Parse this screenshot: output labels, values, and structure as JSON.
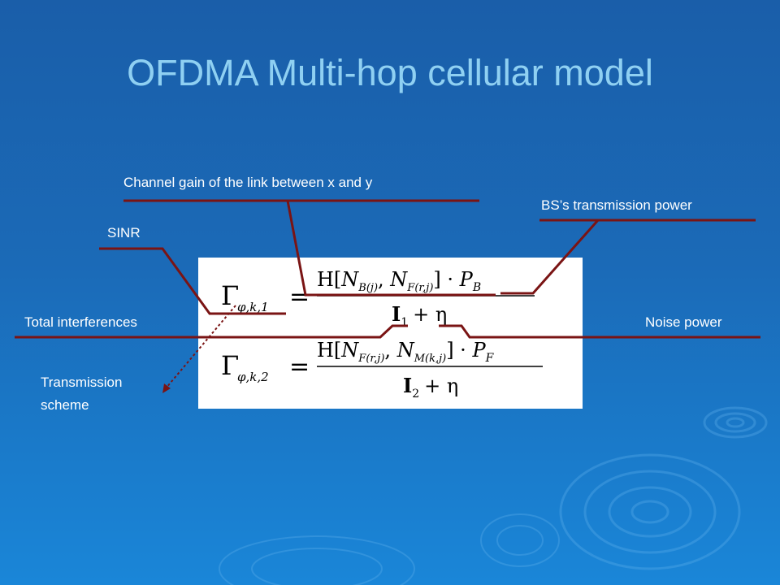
{
  "slide": {
    "title": "OFDMA Multi-hop cellular model"
  },
  "labels": {
    "channel_gain": "Channel gain of the link between x and y",
    "bs_power": "BS’s transmission power",
    "sinr": "SINR",
    "total_interferences": "Total  interferences",
    "noise_power": "Noise power",
    "transmission_scheme_line1": "Transmission",
    "transmission_scheme_line2": "scheme"
  },
  "formulas": {
    "eq1": {
      "lhs_symbol": "Γ",
      "lhs_subscript": "φ,k,1",
      "equals": "=",
      "numerator_h": "H[",
      "numerator_n1": "N",
      "numerator_n1_sub": "B(j)",
      "numerator_comma": ", ",
      "numerator_n2": "N",
      "numerator_n2_sub": "F(r,j)",
      "numerator_close": "] · ",
      "numerator_p": "P",
      "numerator_p_sub": "B",
      "denominator_i": "I",
      "denominator_i_sub": "1",
      "denominator_rest": "+ η"
    },
    "eq2": {
      "lhs_symbol": "Γ",
      "lhs_subscript": "φ,k,2",
      "equals": "=",
      "numerator_h": "H[",
      "numerator_n1": "N",
      "numerator_n1_sub": "F(r,j)",
      "numerator_comma": ", ",
      "numerator_n2": "N",
      "numerator_n2_sub": "M(k,j)",
      "numerator_close": "] · ",
      "numerator_p": "P",
      "numerator_p_sub": "F",
      "denominator_i": "I",
      "denominator_i_sub": "2",
      "denominator_rest": "+ η"
    }
  },
  "colors": {
    "background_top": "#1a5ea9",
    "background_bottom": "#1a86d8",
    "title": "#8fd0f2",
    "callout_line": "#7a1414",
    "label_text": "#ffffff"
  }
}
